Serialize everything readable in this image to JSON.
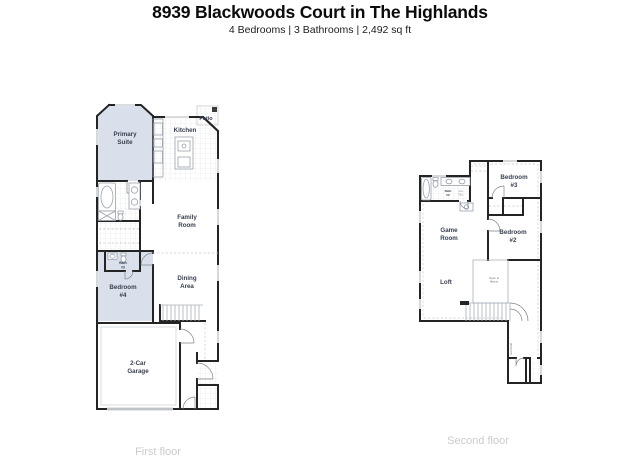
{
  "header": {
    "title": "8939 Blackwoods Court in The Highlands",
    "subtitle": "4 Bedrooms | 3 Bathrooms | 2,492 sq ft"
  },
  "floors": {
    "first": {
      "caption": "First floor",
      "rooms": {
        "primary_suite": [
          "Primary",
          "Suite"
        ],
        "kitchen": "Kitchen",
        "patio": "Patio",
        "family_room": [
          "Family",
          "Room"
        ],
        "dining_area": [
          "Dining",
          "Area"
        ],
        "bath_3": [
          "Bath",
          "#3"
        ],
        "bedroom_4": [
          "Bedroom",
          "#4"
        ],
        "garage": [
          "2-Car",
          "Garage"
        ]
      }
    },
    "second": {
      "caption": "Second floor",
      "rooms": {
        "bath_2": [
          "Bath",
          "#2"
        ],
        "linen": [
          "Lin.",
          "Clo."
        ],
        "bedroom_3": [
          "Bedroom",
          "#3"
        ],
        "game_room": [
          "Game",
          "Room"
        ],
        "bedroom_2": [
          "Bedroom",
          "#2"
        ],
        "loft": "Loft",
        "open_to_below": [
          "Open to",
          "Below"
        ],
        "hat_shelf": "Hat Shelf"
      }
    }
  },
  "colors": {
    "room_shade": "#d9e0ec",
    "wall": "#242424",
    "label_text": "#38404f",
    "caption_text": "#cbcbcb",
    "background": "#ffffff"
  }
}
